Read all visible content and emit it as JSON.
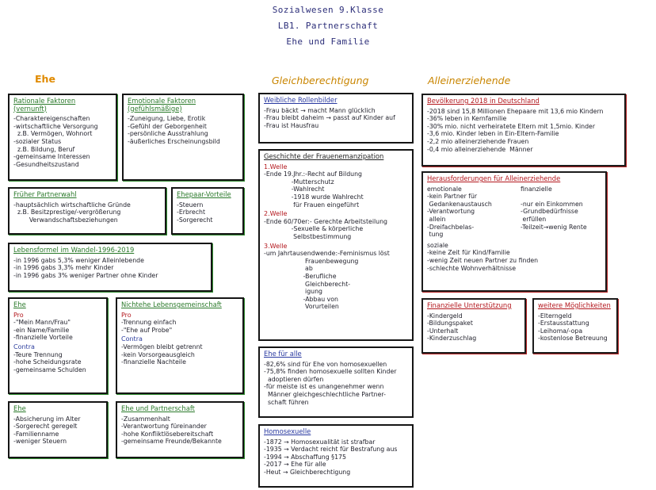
{
  "header": {
    "line1": "Sozialwesen 9.Klasse",
    "line2": "LB1. Partnerschaft",
    "line3": "Ehe und Familie"
  },
  "sections": {
    "ehe": "Ehe",
    "gleich": "Gleichberechtigung",
    "allein": "Alleinerziehende"
  },
  "boxes": {
    "rationale": {
      "title": "Rationale Faktoren\n(vernunft)",
      "lines": "-Charaktereigenschaften\n-wirtschaftliche Versorgung\n  z.B. Vermögen, Wohnort\n-sozialer Status\n  z.B. Bildung, Beruf\n-gemeinsame Interessen\n-Gesundheitszustand"
    },
    "emotionale": {
      "title": "Emotionale Faktoren\n(gefühlsmäßige)",
      "lines": "-Zuneigung, Liebe, Erotik\n-Gefühl der Geborgenheit\n-persönliche Ausstrahlung\n-äußerliches Erscheinungsbild"
    },
    "frueher": {
      "title": "Früher Partnerwahl",
      "lines": "-hauptsächlich wirtschaftliche Gründe\n  z.B. Besitzprestige/-vergrößerung\n        Verwandschaftsbeziehungen"
    },
    "ehepaar": {
      "title": "Ehepaar-Vorteile",
      "lines": "-Steuern\n-Erbrecht\n-Sorgerecht"
    },
    "lebensformel": {
      "title": "Lebensformel im Wandel-1996-2019",
      "lines": "-in 1996 gabs 5,3% weniger Alleinlebende\n-in 1996 gabs 3,3% mehr Kinder\n-in 1996 gabs 3% weniger Partner ohne Kinder"
    },
    "ehe_pro": {
      "title": "Ehe",
      "pro": "Pro",
      "pro_lines": "-\"Mein Mann/Frau\"\n-ein Name/Familie\n-finanzielle Vorteile",
      "contra": "Contra",
      "contra_lines": "-Teure Trennung\n-hohe Scheidungsrate\n-gemeinsame Schulden"
    },
    "nichtehe": {
      "title": "Nichtehe Lebensgemeinschaft",
      "pro": "Pro",
      "pro_lines": "-Trennung einfach\n-\"Ehe auf Probe\"",
      "contra": "Contra",
      "contra_lines": "-Vermögen bleibt getrennt\n-kein Vorsorgeausgleich\n-finanzielle Nachteile"
    },
    "ehe2": {
      "title": "Ehe",
      "lines": "-Absicherung im Alter\n-Sorgerecht geregelt\n-Familienname\n-weniger Steuern"
    },
    "partnerschaft": {
      "title": "Ehe und Partnerschaft",
      "lines": "-Zusammenhalt\n-Verantwortung füreinander\n-hohe Konfliktlösebereitschaft\n-gemeinsame Freunde/Bekannte"
    },
    "rollenbilder": {
      "title": "Weibliche Rollenbilder",
      "lines": "-Frau bäckt → macht Mann glücklich\n-Frau bleibt daheim → passt auf Kinder auf\n-Frau ist Hausfrau"
    },
    "geschichte": {
      "title": "Geschichte der Frauenemanzipation",
      "w1": "1.Welle",
      "w1_lines": "-Ende 19.Jhr.:-Recht auf Bildung\n              -Mutterschutz\n              -Wahlrecht\n              -1918 wurde Wahlrecht\n               für Frauen eingeführt",
      "w2": "2.Welle",
      "w2_lines": "-Ende 60/70er:- Gerechte Arbeitsteilung\n              -Sexuelle & körperliche\n               Selbstbestimmung",
      "w3": "3.Welle",
      "w3_lines": "-um Jahrtausendwende:-Feminismus löst\n                     Frauenbewegung\n                     ab\n                    -Berufliche\n                     Gleichberecht-\n                     igung\n                    -Abbau von\n                     Vorurteilen"
    },
    "ehefueralle": {
      "title": "Ehe für alle",
      "lines": "-82,6% sind für Ehe von homosexuellen\n-75,8% finden homosexuelle sollten Kinder\n  adoptieren dürfen\n-für meiste ist es unangenehmer wenn\n  Männer gleichgeschlechtliche Partner-\n  schaft führen"
    },
    "homosexuelle": {
      "title": "Homosexuelle",
      "lines": "-1872 → Homosexualität ist strafbar\n-1935 → Verdacht reicht für Bestrafung aus\n-1994 → Abschaffung §175\n-2017 → Ehe für alle\n-Heut → Gleichberechtigung"
    },
    "bevoelkerung": {
      "title": "Bevölkerung 2018 in Deutschland",
      "lines": "-2018 sind 15,8 Millionen Ehepaare mit 13,6 mio Kindern\n-36% leben in Kernfamilie\n-30% mio. nicht verheiratete Eltern mit 1,5mio. Kinder\n-3,6 mio. Kinder leben in Ein-Eltern-Familie\n-2,2 mio alleinerziehende Frauen\n-0,4 mio alleinerziehende  Männer"
    },
    "herausforderungen": {
      "title": "Herausforderungen für Alleinerziehende",
      "emotional": "emotionale",
      "emotional_lines": "-kein Partner für\n Gedankenaustausch\n-Verantwortung\n allein\n-Dreifachbelas-\n tung",
      "finanziell": "finanzielle",
      "finanziell_lines": "\n-nur ein Einkommen\n-Grundbedürfnisse\n erfüllen\n-Teilzeit→wenig Rente",
      "sozial": "soziale",
      "sozial_lines": "-keine Zeit für Kind/Familie\n-wenig Zeit neuen Partner zu finden\n-schlechte Wohnverhältnisse"
    },
    "finanzielle_unterstuetzung": {
      "title": "Finanzielle Unterstützung",
      "lines": "-Kindergeld\n-Bildungspaket\n-Unterhalt\n-Kinderzuschlag"
    },
    "weitere": {
      "title": "weitere Möglichkeiten",
      "lines": "-Elterngeld\n-Erstausstattung\n-Leihoma/-opa\n-kostenlose Betreuung"
    }
  }
}
